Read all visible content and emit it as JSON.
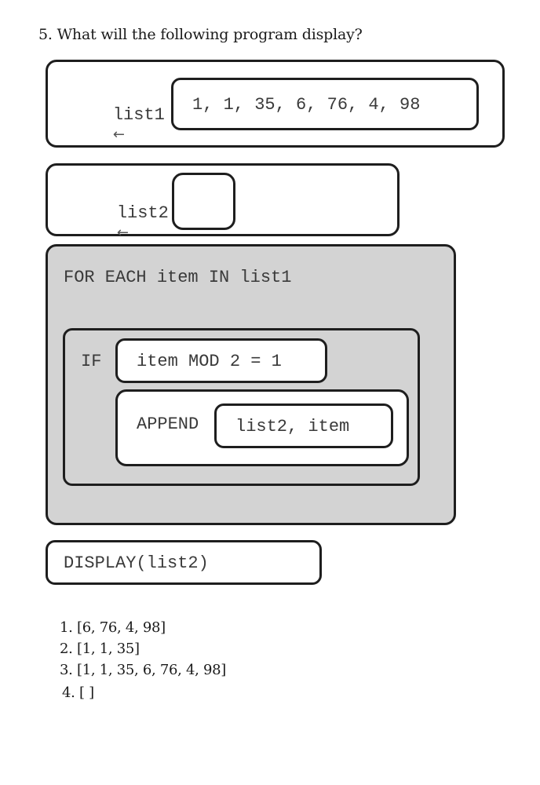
{
  "question": {
    "number": "5.",
    "text": "What will the following program display?"
  },
  "program": {
    "assign_list1": {
      "variable": "list1",
      "arrow": "←",
      "value": "1, 1, 35, 6, 76, 4, 98"
    },
    "assign_list2": {
      "variable": "list2",
      "arrow": "←",
      "value": ""
    },
    "for_each": {
      "header": "FOR EACH item IN list1",
      "if_block": {
        "keyword": "IF",
        "condition": "item MOD 2 = 1",
        "append": {
          "keyword": "APPEND",
          "args": "list2, item"
        }
      }
    },
    "display": "DISPLAY(list2)"
  },
  "options": [
    {
      "number": "1.",
      "text": "[6, 76, 4, 98]"
    },
    {
      "number": "2.",
      "text": "[1, 1, 35]"
    },
    {
      "number": "3.",
      "text": "[1, 1, 35, 6, 76, 4, 98]"
    },
    {
      "number": "4.",
      "text": "[ ]"
    }
  ],
  "colors": {
    "block_border": "#1e1e1e",
    "loop_fill": "#d3d3d3",
    "code_text": "#3a3a3a"
  }
}
